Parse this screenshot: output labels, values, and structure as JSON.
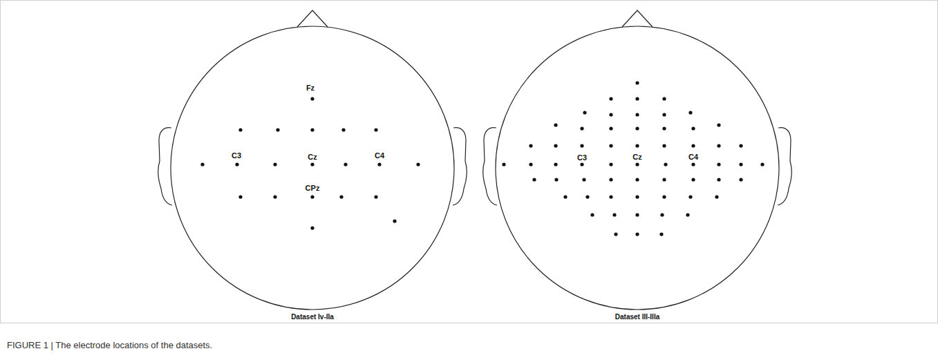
{
  "diagram": {
    "caption": "FIGURE 1 | The electrode locations of the datasets.",
    "labels": [
      "Fz",
      "C3",
      "Cz",
      "C4",
      "CPz",
      "Dataset Iv-IIa",
      "C3",
      "Cz",
      "C4",
      "Dataset III-IIIa"
    ]
  }
}
